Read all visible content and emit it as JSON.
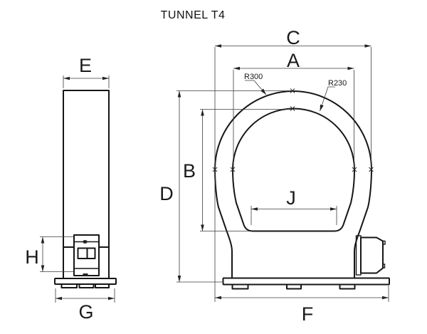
{
  "title": "TUNNEL T4",
  "colors": {
    "background": "#ffffff",
    "object_line": "#161616",
    "dimension_line": "#3c3c3c",
    "text": "#1a1a1a"
  },
  "front_view": {
    "dim_labels": {
      "C": "C",
      "A": "A",
      "B": "B",
      "D": "D",
      "J": "J",
      "F": "F"
    },
    "radius_callouts": {
      "outer": "R300",
      "inner": "R230"
    }
  },
  "side_view": {
    "dim_labels": {
      "E": "E",
      "H": "H",
      "G": "G"
    }
  }
}
